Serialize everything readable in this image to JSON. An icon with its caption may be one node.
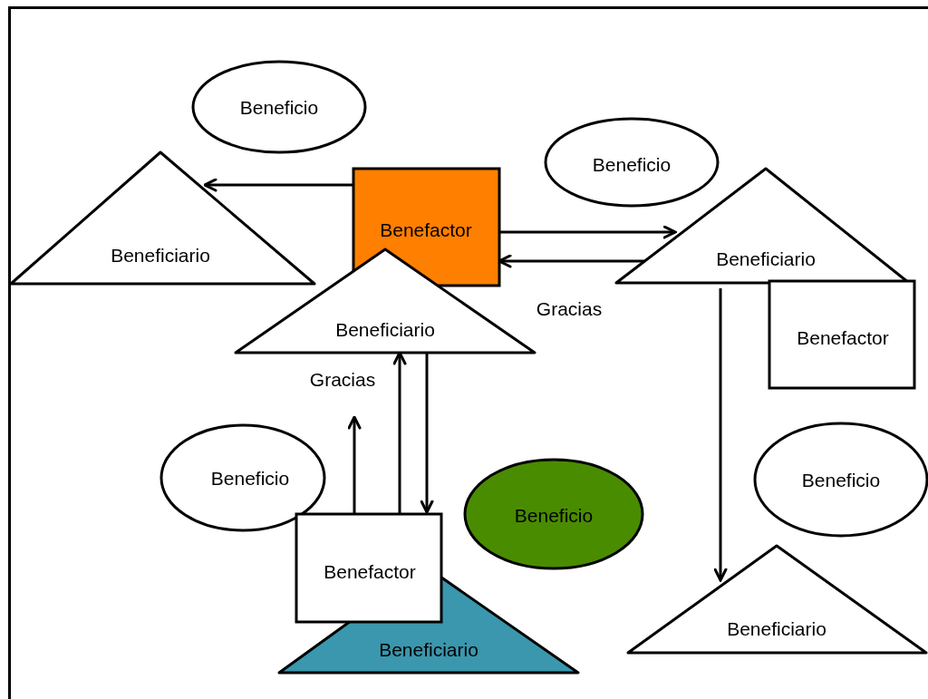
{
  "diagram": {
    "nodes": [
      {
        "text": [
          "Beneficio"
        ]
      },
      {
        "text": [
          "Beneficiario"
        ]
      },
      {
        "text": [
          "Benefactor"
        ]
      },
      {
        "text": [
          "Beneficiario"
        ]
      },
      {
        "text": [
          "Beneficio"
        ]
      },
      {
        "text": [
          "Beneficiario"
        ]
      },
      {
        "text": [
          "Benefactor"
        ]
      },
      {
        "text": [
          "Beneficio"
        ]
      },
      {
        "text": [
          "Benefactor"
        ]
      },
      {
        "text": [
          "Beneficio"
        ]
      },
      {
        "text": [
          "Beneficio"
        ]
      },
      {
        "text": [
          "Beneficiario"
        ]
      },
      {
        "text": [
          "Beneficiario"
        ]
      }
    ],
    "edges": [
      {
        "from": 2,
        "to": 1,
        "arrow": "to"
      },
      {
        "from": 2,
        "to": 5,
        "arrow": "to"
      },
      {
        "from": 5,
        "to": 2,
        "arrow": "to",
        "label": "Gracias"
      },
      {
        "from": 5,
        "to": 11,
        "arrow": "to"
      },
      {
        "from": 8,
        "to": 3,
        "arrow": "to"
      },
      {
        "from": 8,
        "to": null,
        "arrow": "to",
        "label": "Gracias"
      },
      {
        "from": 3,
        "to": 8,
        "arrow": "to"
      }
    ]
  }
}
